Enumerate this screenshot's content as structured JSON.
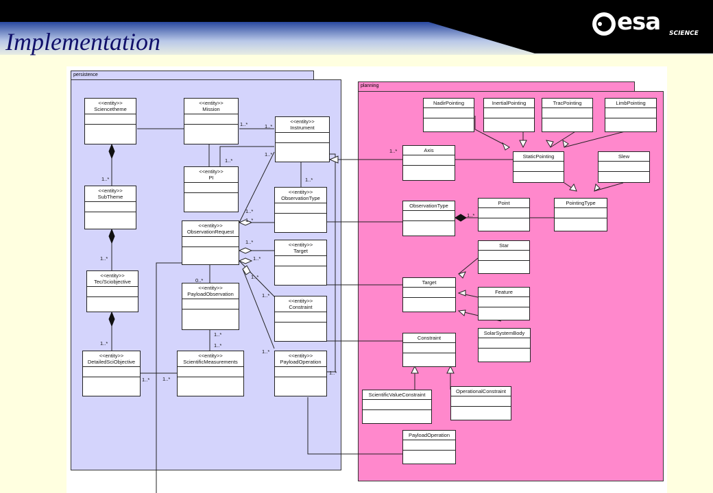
{
  "header": {
    "title": "Implementation",
    "logo_text": "esa",
    "logo_sub": "SCIENCE"
  },
  "colors": {
    "header_dark": "#000000",
    "header_fade": "#dde4f2",
    "background": "#ffffe0",
    "title": "#10106a",
    "persistence_fill": "#d4d4fc",
    "planning_fill": "#ff88cc"
  },
  "packages": {
    "persistence": "persistence",
    "planning": "planning"
  },
  "classes": {
    "sciencetheme": {
      "stereotype": "<<entity>>",
      "name": "Sciencetheme"
    },
    "mission": {
      "stereotype": "<<entity>>",
      "name": "Mission"
    },
    "instrument": {
      "stereotype": "<<entity>>",
      "name": "Instrument"
    },
    "pi": {
      "stereotype": "<<entity>>",
      "name": "PI"
    },
    "subtheme": {
      "stereotype": "<<entity>>",
      "name": "SubTheme"
    },
    "observationtype_p": {
      "stereotype": "<<entity>>",
      "name": "ObservationType"
    },
    "observationrequest": {
      "stereotype": "<<entity>>",
      "name": "ObservationRequest"
    },
    "target_p": {
      "stereotype": "<<entity>>",
      "name": "Target"
    },
    "tecsciobjective": {
      "stereotype": "<<entity>>",
      "name": "Tec/Sciobjective"
    },
    "payloadobservation": {
      "stereotype": "<<entity>>",
      "name": "PayloadObservation"
    },
    "constraint_p": {
      "stereotype": "<<entity>>",
      "name": "Constraint"
    },
    "detailedsciobjective": {
      "stereotype": "<<entity>>",
      "name": "DetailedSciObjective"
    },
    "scientificmeasurements": {
      "stereotype": "<<entity>>",
      "name": "ScientificMeasurements"
    },
    "payloadoperation_p": {
      "stereotype": "<<entity>>",
      "name": "PayloadOperation"
    },
    "nadirpointing": {
      "name": "NadirPointing"
    },
    "inertialpointing": {
      "name": "InertialPointing"
    },
    "tracpointing": {
      "name": "TracPointing"
    },
    "limbpointing": {
      "name": "LimbPointing"
    },
    "axis": {
      "name": "Axis"
    },
    "staticpointing": {
      "name": "StaticPointing"
    },
    "slew": {
      "name": "Slew"
    },
    "observationtype_pl": {
      "name": "ObservationType"
    },
    "point": {
      "name": "Point"
    },
    "pointingtype": {
      "name": "PointingType"
    },
    "star": {
      "name": "Star"
    },
    "target_pl": {
      "name": "Target"
    },
    "feature": {
      "name": "Feature"
    },
    "solarsystembody": {
      "name": "SolarSystemBody"
    },
    "constraint_pl": {
      "name": "Constraint"
    },
    "scientificvalueconstraint": {
      "name": "ScientificValueConstraint"
    },
    "operationalconstraint": {
      "name": "OperationalConstraint"
    },
    "payloadoperation_pl": {
      "name": "PayloadOperation"
    }
  },
  "multiplicities": {
    "m1": "1..*",
    "m2": "1..*",
    "m3": "1..*",
    "m4": "1..*",
    "m5": "1..*",
    "m6": "1..*",
    "m7": "1..*",
    "m8": "1..*",
    "m9": "1..*",
    "m10": "1..*",
    "m11": "0..*",
    "m12": "1..*",
    "m13": "1..*",
    "m14": "1..*",
    "m15": "1..*",
    "m16": "1..*",
    "m17": "1..*",
    "m18": "1..*",
    "m19": "1..*",
    "m20": "1..*",
    "m21": "1..*",
    "m22": "1..*",
    "m23": "1..*"
  }
}
